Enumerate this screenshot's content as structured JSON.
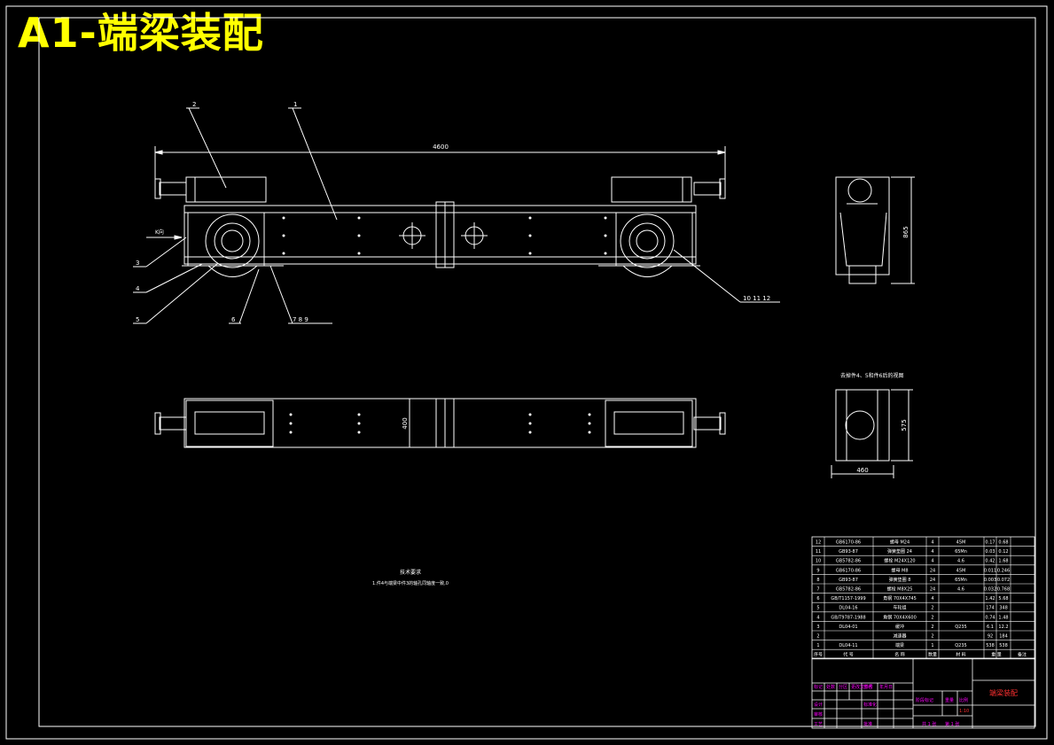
{
  "title": "A1-端梁装配",
  "views": {
    "front": {
      "overall_length": "4600",
      "height": "865",
      "section_mark": "K向",
      "balloons": [
        "1",
        "2",
        "3",
        "4",
        "5",
        "6",
        "7 8 9",
        "10 11 12"
      ]
    },
    "plan": {
      "width_dim": "400"
    },
    "side_view": {
      "height_dim": "575",
      "width_dim": "460",
      "caption": "去掉件4、5和件6后的视图"
    }
  },
  "tech_requirements": {
    "heading": "技术要求",
    "line1": "1.件4与端梁中件3的轴孔同轴度一致,0"
  },
  "bom": {
    "rows": [
      {
        "no": "12",
        "code": "GB6170-86",
        "name": "螺母 M24",
        "qty": "4",
        "mat": "45M",
        "unit": "0.17",
        "total": "0.68"
      },
      {
        "no": "11",
        "code": "GB93-87",
        "name": "弹簧垫圈 24",
        "qty": "4",
        "mat": "65Mn",
        "unit": "0.03",
        "total": "0.12"
      },
      {
        "no": "10",
        "code": "GB5782-86",
        "name": "螺栓 M24X120",
        "qty": "4",
        "mat": "4.6",
        "unit": "0.42",
        "total": "1.68"
      },
      {
        "no": "9",
        "code": "GB6170-86",
        "name": "螺母 M8",
        "qty": "24",
        "mat": "45M",
        "unit": "0.011",
        "total": "0.246"
      },
      {
        "no": "8",
        "code": "GB93-87",
        "name": "弹簧垫圈 8",
        "qty": "24",
        "mat": "65Mn",
        "unit": "0.003",
        "total": "0.072"
      },
      {
        "no": "7",
        "code": "GB5782-86",
        "name": "螺栓 M8X25",
        "qty": "24",
        "mat": "4.6",
        "unit": "0.032",
        "total": "0.768"
      },
      {
        "no": "6",
        "code": "GB/T1157-1999",
        "name": "角钢 70X4X745",
        "qty": "4",
        "mat": "",
        "unit": "1.42",
        "total": "5.68"
      },
      {
        "no": "5",
        "code": "DL04-16",
        "name": "车轮组",
        "qty": "2",
        "mat": "",
        "unit": "174",
        "total": "348"
      },
      {
        "no": "4",
        "code": "GB/T9787-1988",
        "name": "角钢 70X4X600",
        "qty": "2",
        "mat": "",
        "unit": "0.74",
        "total": "1.48"
      },
      {
        "no": "3",
        "code": "DL04-01",
        "name": "缓冲",
        "qty": "2",
        "mat": "Q235",
        "unit": "6.1",
        "total": "12.2"
      },
      {
        "no": "2",
        "code": "",
        "name": "减速器",
        "qty": "2",
        "mat": "",
        "unit": "92",
        "total": "184"
      },
      {
        "no": "1",
        "code": "DL04-11",
        "name": "端梁",
        "qty": "1",
        "mat": "Q235",
        "unit": "538",
        "total": "538"
      }
    ],
    "header": {
      "no": "序号",
      "code": "代 号",
      "name": "名 称",
      "qty": "数量",
      "mat": "材 料",
      "weight": "单 总",
      "weight2": "重 量",
      "remark": "备注"
    }
  },
  "title_block": {
    "drawing_name": "端梁装配",
    "row_labels": [
      "标记",
      "处数",
      "分区",
      "更改文件号",
      "签名",
      "年月日"
    ],
    "labels": [
      "设计",
      "审核",
      "工艺",
      "标准化",
      "批准"
    ],
    "stage": "阶段标记",
    "weight": "重量",
    "scale": "比例",
    "scale_value": "1:10",
    "sheets": "共 1 张",
    "sheet_no": "第 1 张"
  },
  "colors": {
    "background": "#000000",
    "lines": "#ffffff",
    "title": "#ffff00",
    "magenta": "#ff00ff",
    "red": "#ff3030"
  }
}
